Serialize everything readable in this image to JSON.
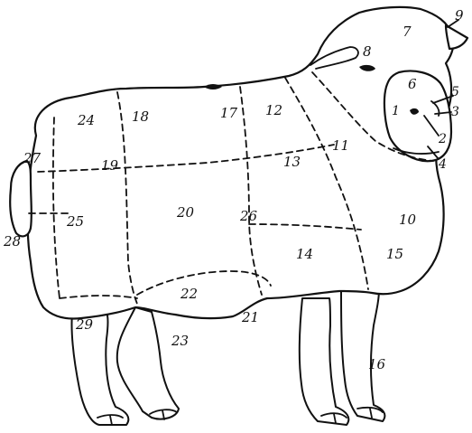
{
  "labels": {
    "n1": "1",
    "n2": "2",
    "n3": "3",
    "n4": "4",
    "n5": "5",
    "n6": "6",
    "n7": "7",
    "n8": "8",
    "n9": "9",
    "n10": "10",
    "n11": "11",
    "n12": "12",
    "n13": "13",
    "n14": "14",
    "n15": "15",
    "n16": "16",
    "n17": "17",
    "n18": "18",
    "n19": "19",
    "n20": "20",
    "n21": "21",
    "n22": "22",
    "n23": "23",
    "n24": "24",
    "n25": "25",
    "n26": "26",
    "n27": "27",
    "n28": "28",
    "n29": "29"
  }
}
